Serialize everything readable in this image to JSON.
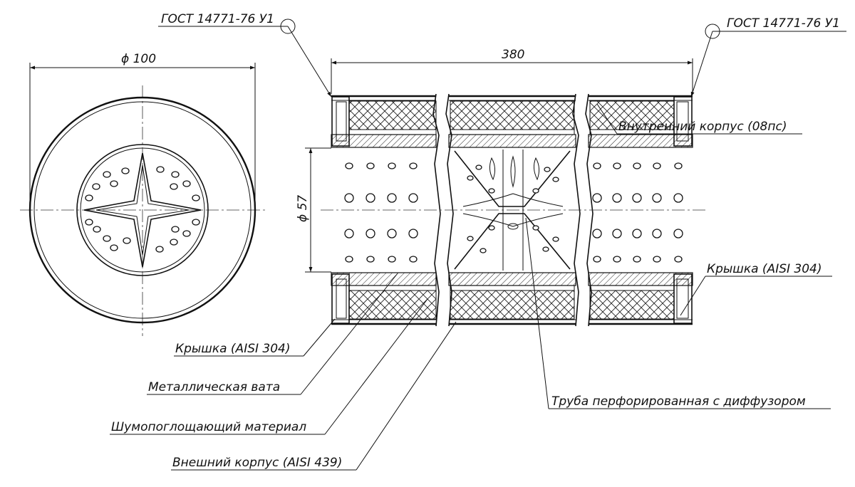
{
  "drawing": {
    "gost_left": "ГОСТ 14771-76 У1",
    "gost_right": "ГОСТ 14771-76 У1",
    "dim_diameter_outer": "ϕ 100",
    "dim_length": "380",
    "dim_diameter_inner": "ϕ 57"
  },
  "labels": {
    "inner_body": "Внутренний корпус (08пс)",
    "cap_right": "Крышка (AISI 304)",
    "cap_left": "Крышка (AISI 304)",
    "metal_wool": "Металлическая вата",
    "absorbing_material": "Шумопоглощающий материал",
    "outer_body": "Внешний корпус (AISI 439)",
    "perforated_pipe": "Труба перфорированная с диффузором"
  }
}
